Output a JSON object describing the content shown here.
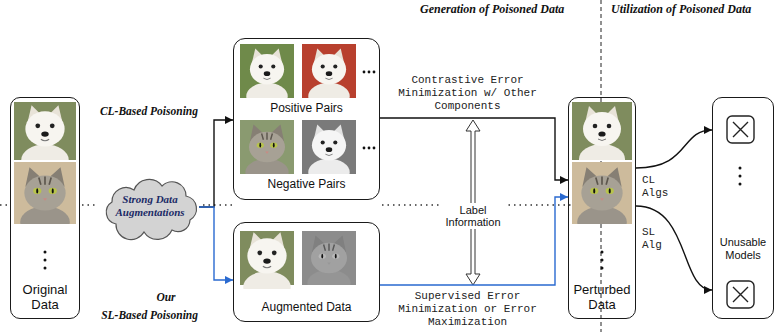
{
  "diagram": {
    "nodes": [
      {
        "text": [
          "Original Data"
        ]
      },
      {
        "text": [
          "Strong Data Augmentations"
        ]
      },
      {
        "text": [
          "Positive Pairs",
          "Negative Pairs"
        ]
      },
      {
        "text": [
          "Augmented Data"
        ]
      },
      {
        "text": [
          "Perturbed Data"
        ]
      },
      {
        "text": [
          "Unusable Models"
        ]
      }
    ],
    "edges": [
      {
        "from": 1,
        "to": 2,
        "arrow": "to"
      },
      {
        "from": 1,
        "to": 3,
        "arrow": "to"
      },
      {
        "from": 2,
        "to": 4,
        "arrow": "to",
        "label": "Contrastive Error Minimization w/ Other Components"
      },
      {
        "from": 3,
        "to": 4,
        "arrow": "to",
        "label": "Supervised Error Minimization or Error Maximization"
      },
      {
        "from": 4,
        "to": 5,
        "arrow": "to",
        "label": "CL Algs"
      },
      {
        "from": 4,
        "to": 5,
        "arrow": "to",
        "label": "SL Alg"
      }
    ],
    "labels": [
      "Generation of Poisoned Data",
      "Utilization of Poisoned Data",
      "CL-Based Poisoning",
      "Label Information",
      "Our",
      "SL-Based Poisoning"
    ]
  }
}
